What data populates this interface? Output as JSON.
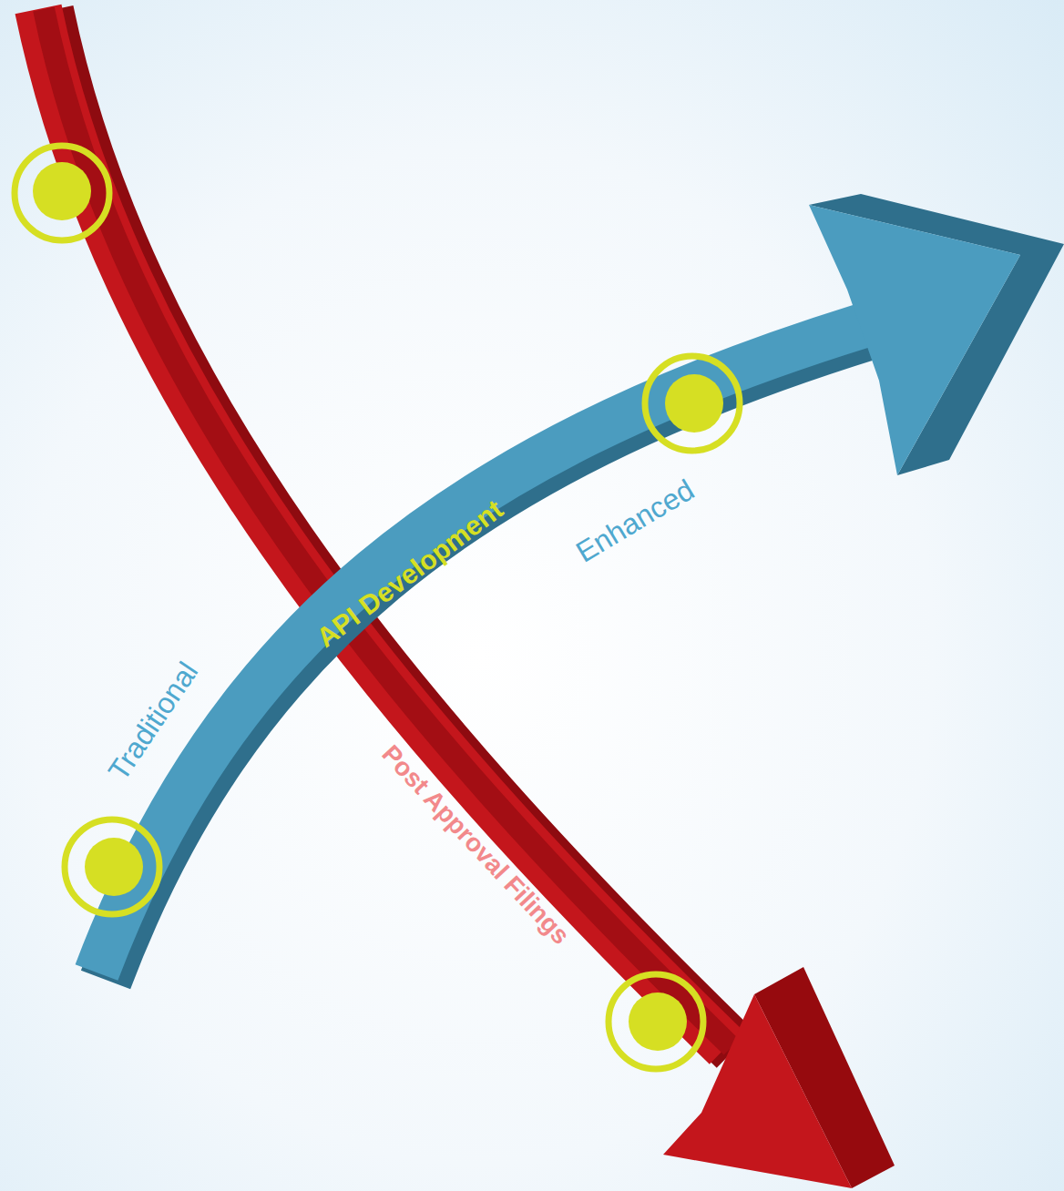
{
  "diagram": {
    "labels": [
      "Traditional",
      "API Development",
      "Enhanced",
      "Post Approval Filings"
    ]
  }
}
